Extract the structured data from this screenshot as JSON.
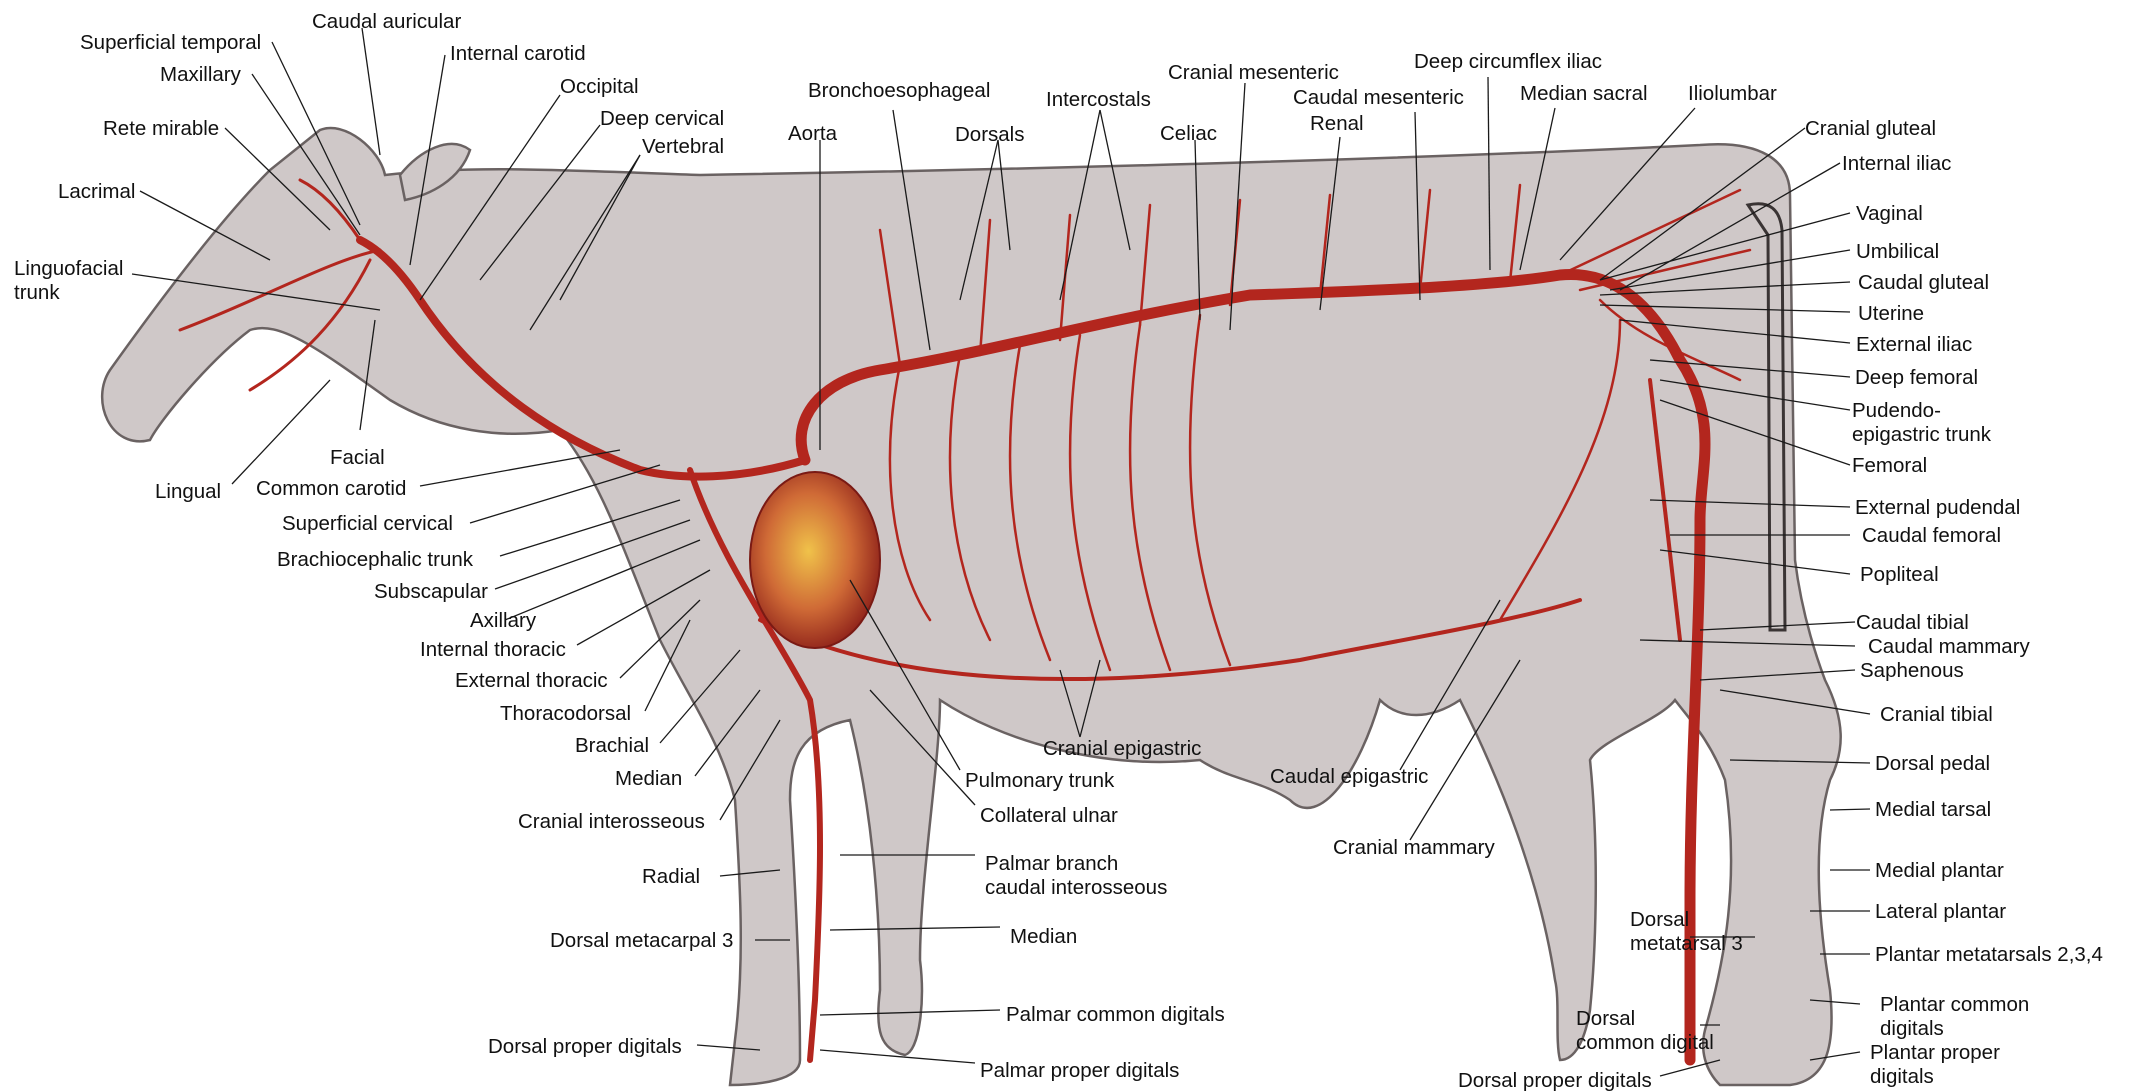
{
  "left_labels": [
    {
      "id": "superficial-temporal",
      "text": "Superficial temporal"
    },
    {
      "id": "caudal-auricular",
      "text": "Caudal auricular"
    },
    {
      "id": "maxillary",
      "text": "Maxillary"
    },
    {
      "id": "internal-carotid",
      "text": "Internal carotid"
    },
    {
      "id": "rete-mirable",
      "text": "Rete mirable"
    },
    {
      "id": "occipital",
      "text": "Occipital"
    },
    {
      "id": "deep-cervical",
      "text": "Deep cervical"
    },
    {
      "id": "vertebral",
      "text": "Vertebral"
    },
    {
      "id": "lacrimal",
      "text": "Lacrimal"
    },
    {
      "id": "linguofacial-1",
      "text": "Linguofacial"
    },
    {
      "id": "linguofacial-2",
      "text": "trunk"
    },
    {
      "id": "facial",
      "text": "Facial"
    },
    {
      "id": "lingual",
      "text": "Lingual"
    },
    {
      "id": "common-carotid",
      "text": "Common carotid"
    },
    {
      "id": "superficial-cervical",
      "text": "Superficial cervical"
    },
    {
      "id": "brachiocephalic-trunk",
      "text": "Brachiocephalic trunk"
    },
    {
      "id": "subscapular",
      "text": "Subscapular"
    },
    {
      "id": "axillary",
      "text": "Axillary"
    },
    {
      "id": "internal-thoracic",
      "text": "Internal thoracic"
    },
    {
      "id": "external-thoracic",
      "text": "External thoracic"
    },
    {
      "id": "thoracodorsal",
      "text": "Thoracodorsal"
    },
    {
      "id": "brachial",
      "text": "Brachial"
    },
    {
      "id": "median-upper",
      "text": "Median"
    },
    {
      "id": "cranial-interosseous",
      "text": "Cranial interosseous"
    },
    {
      "id": "radial",
      "text": "Radial"
    },
    {
      "id": "dorsal-metacarpal-3",
      "text": "Dorsal metacarpal 3"
    },
    {
      "id": "dorsal-proper-digitals-fore",
      "text": "Dorsal proper digitals"
    }
  ],
  "top_labels": [
    {
      "id": "bronchoesophageal",
      "text": "Bronchoesophageal"
    },
    {
      "id": "aorta",
      "text": "Aorta"
    },
    {
      "id": "dorsals",
      "text": "Dorsals"
    },
    {
      "id": "intercostals",
      "text": "Intercostals"
    },
    {
      "id": "celiac",
      "text": "Celiac"
    },
    {
      "id": "cranial-mesenteric",
      "text": "Cranial mesenteric"
    },
    {
      "id": "caudal-mesenteric",
      "text": "Caudal mesenteric"
    },
    {
      "id": "renal",
      "text": "Renal"
    },
    {
      "id": "deep-circumflex-iliac",
      "text": "Deep circumflex iliac"
    },
    {
      "id": "median-sacral",
      "text": "Median sacral"
    },
    {
      "id": "iliolumbar",
      "text": "Iliolumbar"
    }
  ],
  "right_labels": [
    {
      "id": "cranial-gluteal",
      "text": "Cranial gluteal"
    },
    {
      "id": "internal-iliac",
      "text": "Internal iliac"
    },
    {
      "id": "vaginal",
      "text": "Vaginal"
    },
    {
      "id": "umbilical",
      "text": "Umbilical"
    },
    {
      "id": "caudal-gluteal",
      "text": "Caudal gluteal"
    },
    {
      "id": "uterine",
      "text": "Uterine"
    },
    {
      "id": "external-iliac",
      "text": "External iliac"
    },
    {
      "id": "deep-femoral",
      "text": "Deep femoral"
    },
    {
      "id": "pudendo-1",
      "text": "Pudendo-"
    },
    {
      "id": "pudendo-2",
      "text": "epigastric trunk"
    },
    {
      "id": "femoral",
      "text": "Femoral"
    },
    {
      "id": "external-pudendal",
      "text": "External pudendal"
    },
    {
      "id": "caudal-femoral",
      "text": "Caudal femoral"
    },
    {
      "id": "popliteal",
      "text": "Popliteal"
    },
    {
      "id": "caudal-tibial",
      "text": "Caudal tibial"
    },
    {
      "id": "caudal-mammary",
      "text": "Caudal mammary"
    },
    {
      "id": "saphenous",
      "text": "Saphenous"
    },
    {
      "id": "cranial-tibial",
      "text": "Cranial tibial"
    },
    {
      "id": "dorsal-pedal",
      "text": "Dorsal pedal"
    },
    {
      "id": "medial-tarsal",
      "text": "Medial tarsal"
    },
    {
      "id": "medial-plantar",
      "text": "Medial plantar"
    },
    {
      "id": "lateral-plantar",
      "text": "Lateral plantar"
    },
    {
      "id": "plantar-metatarsals",
      "text": "Plantar metatarsals 2,3,4"
    },
    {
      "id": "plantar-common-1",
      "text": "Plantar common"
    },
    {
      "id": "plantar-common-2",
      "text": "digitals"
    },
    {
      "id": "plantar-proper-1",
      "text": "Plantar proper"
    },
    {
      "id": "plantar-proper-2",
      "text": "digitals"
    }
  ],
  "bottom_labels": [
    {
      "id": "cranial-epigastric",
      "text": "Cranial epigastric"
    },
    {
      "id": "pulmonary-trunk",
      "text": "Pulmonary trunk"
    },
    {
      "id": "collateral-ulnar",
      "text": "Collateral ulnar"
    },
    {
      "id": "palmar-branch-1",
      "text": "Palmar branch"
    },
    {
      "id": "palmar-branch-2",
      "text": "caudal interosseous"
    },
    {
      "id": "median-lower",
      "text": "Median"
    },
    {
      "id": "palmar-common-digitals",
      "text": "Palmar common digitals"
    },
    {
      "id": "palmar-proper-digitals",
      "text": "Palmar proper digitals"
    },
    {
      "id": "caudal-epigastric",
      "text": "Caudal epigastric"
    },
    {
      "id": "cranial-mammary",
      "text": "Cranial mammary"
    },
    {
      "id": "dorsal-metatarsal-1",
      "text": "Dorsal"
    },
    {
      "id": "dorsal-metatarsal-2",
      "text": "metatarsal 3"
    },
    {
      "id": "dorsal-common-1",
      "text": "Dorsal"
    },
    {
      "id": "dorsal-common-2",
      "text": "common digital"
    },
    {
      "id": "dorsal-proper-digitals-hind",
      "text": "Dorsal proper digitals"
    }
  ],
  "colors": {
    "body_fill": "#cfc8c8",
    "body_outline": "#6a6262",
    "artery": "#b3261e",
    "heart": "#c8583a"
  }
}
